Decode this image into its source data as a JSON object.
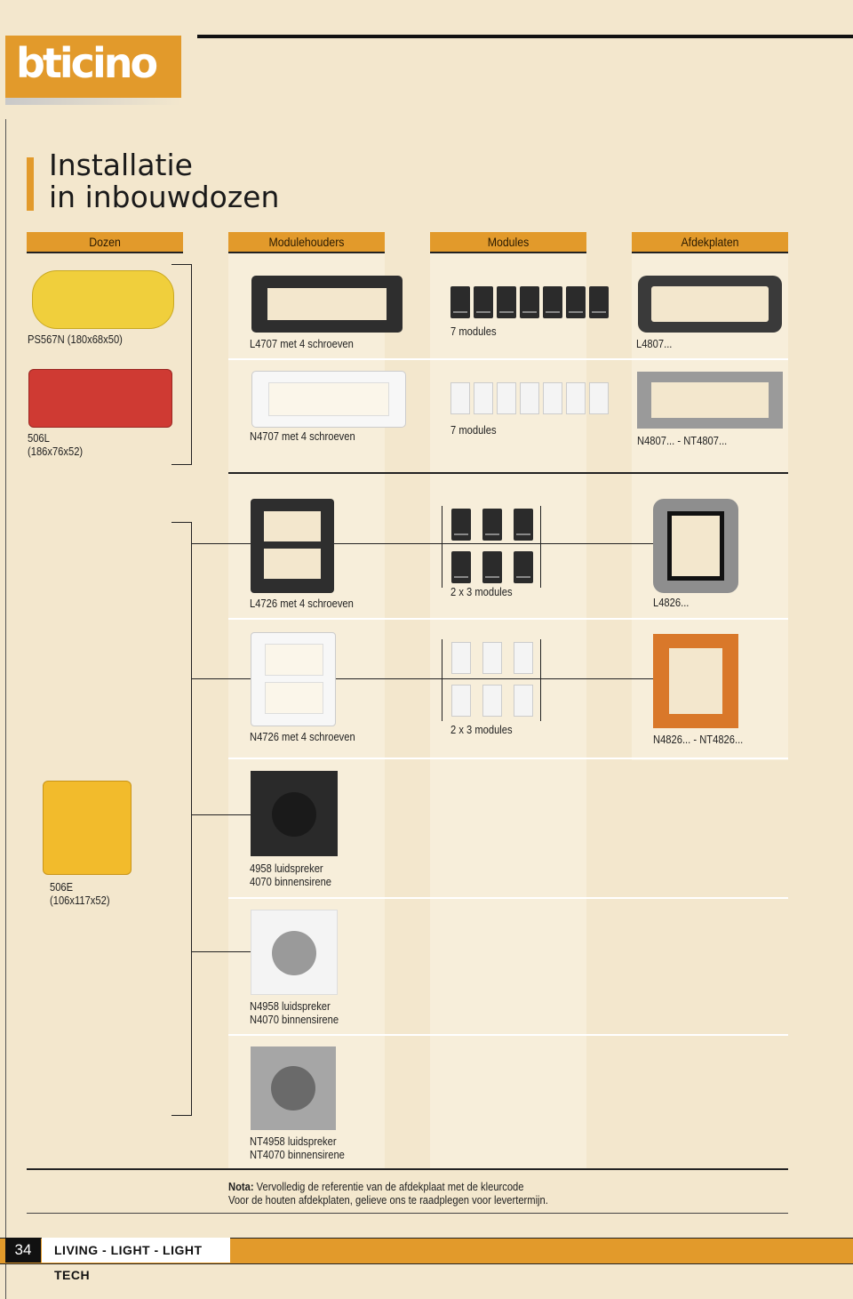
{
  "brand": {
    "logo_text": "bticino"
  },
  "title": {
    "line1": "Installatie",
    "line2": "in inbouwdozen"
  },
  "columns": [
    "Dozen",
    "Modulehouders",
    "Modules",
    "Afdekplaten"
  ],
  "boxes": [
    {
      "label": "PS567N (180x68x50)"
    },
    {
      "label_line1": "506L",
      "label_line2": "(186x76x52)"
    },
    {
      "label_line1": "506E",
      "label_line2": "(106x117x52)"
    }
  ],
  "holders": [
    "L4707 met 4 schroeven",
    "N4707 met 4 schroeven",
    "L4726 met 4 schroeven",
    "N4726 met 4 schroeven"
  ],
  "modules": [
    "7 modules",
    "7 modules",
    "2 x 3 modules",
    "2 x 3 modules"
  ],
  "plates": [
    "L4807...",
    "N4807... - NT4807...",
    "L4826...",
    "N4826... - NT4826..."
  ],
  "speakers": [
    {
      "line1": "4958 luidspreker",
      "line2": "4070 binnensirene"
    },
    {
      "line1": "N4958 luidspreker",
      "line2": "N4070 binnensirene"
    },
    {
      "line1": "NT4958 luidspreker",
      "line2": "NT4070 binnensirene"
    }
  ],
  "note": {
    "prefix": "Nota:",
    "line1": "Vervolledig de referentie van de afdekplaat met de kleurcode",
    "line2": "Voor de houten afdekplaten, gelieve ons te raadplegen voor levertermijn."
  },
  "footer": {
    "page": "34",
    "section": "LIVING - LIGHT - LIGHT TECH"
  },
  "colors": {
    "accent": "#e29a2b",
    "background": "#f3e7cd"
  }
}
